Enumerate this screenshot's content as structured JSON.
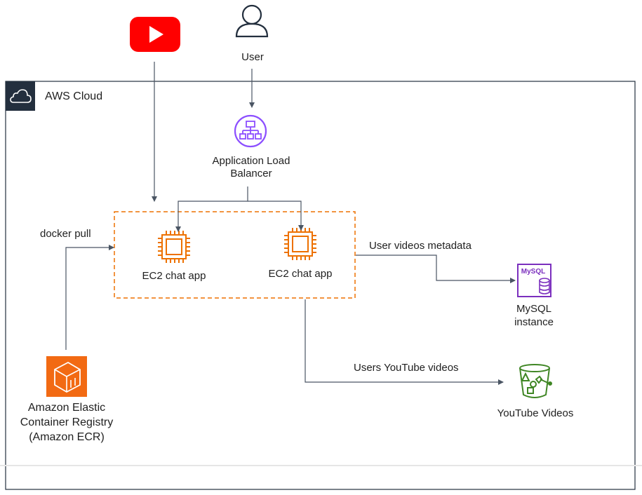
{
  "diagram": {
    "cloud_label": "AWS Cloud",
    "user_label": "User",
    "alb_label_line1": "Application Load",
    "alb_label_line2": "Balancer",
    "ec2_left_label": "EC2 chat app",
    "ec2_right_label": "EC2 chat app",
    "docker_pull_label": "docker pull",
    "mysql_edge_label": "User videos metadata",
    "mysql_label_line1": "MySQL",
    "mysql_label_line2": "instance",
    "mysql_icon_text": "MySQL",
    "s3_edge_label": "Users YouTube videos",
    "s3_label": "YouTube Videos",
    "ecr_label_line1": "Amazon Elastic",
    "ecr_label_line2": "Container Registry",
    "ecr_label_line3": "(Amazon ECR)"
  },
  "colors": {
    "ec2_orange": "#ED7100",
    "alb_purple": "#8C4FFF",
    "mysql_purple": "#7B2FBE",
    "s3_green": "#3F8624",
    "ecr_orange": "#F26A13",
    "youtube_red": "#FF0000",
    "cloud_header": "#232F3E",
    "arrow": "#4A5563"
  },
  "icons": [
    "youtube-icon",
    "user-icon",
    "aws-cloud-icon",
    "load-balancer-icon",
    "ec2-chip-icon",
    "mysql-db-icon",
    "s3-bucket-icon",
    "ecr-icon"
  ]
}
